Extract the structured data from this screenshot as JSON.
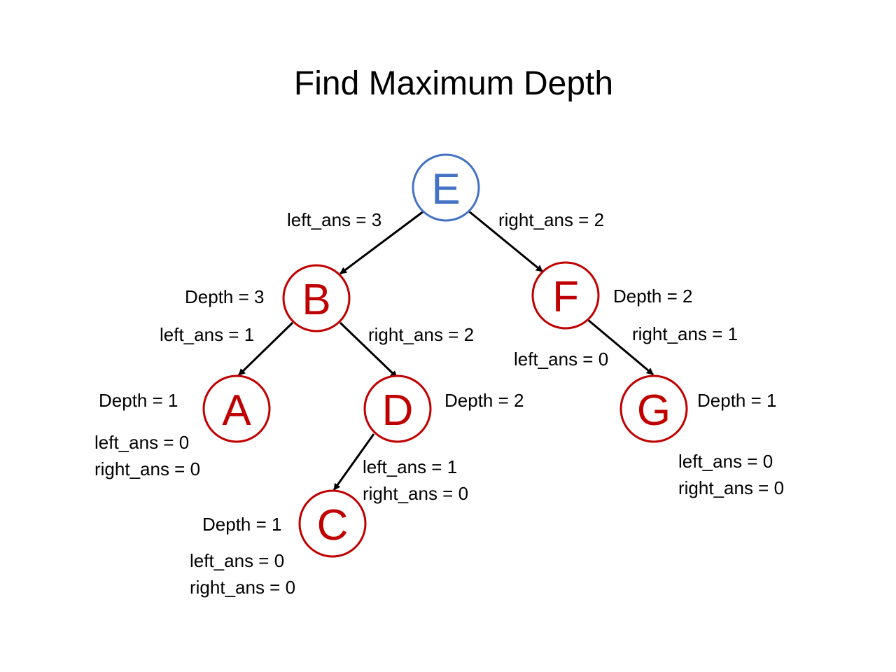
{
  "title": "Find Maximum Depth",
  "colors": {
    "root": "#4472C4",
    "node": "#C00000",
    "edge": "#000000",
    "text": "#000000"
  },
  "nodes": {
    "E": {
      "letter": "E",
      "role": "root"
    },
    "B": {
      "letter": "B",
      "depth": "Depth = 3",
      "left_ans": "left_ans = 1",
      "right_ans": "right_ans = 2"
    },
    "F": {
      "letter": "F",
      "depth": "Depth = 2",
      "left_ans": "left_ans = 0",
      "right_ans": "right_ans = 1"
    },
    "A": {
      "letter": "A",
      "depth": "Depth = 1",
      "left_ans": "left_ans = 0",
      "right_ans": "right_ans = 0"
    },
    "D": {
      "letter": "D",
      "depth": "Depth = 2",
      "left_ans": "left_ans = 1",
      "right_ans": "right_ans = 0"
    },
    "G": {
      "letter": "G",
      "depth": "Depth = 1",
      "left_ans": "left_ans = 0",
      "right_ans": "right_ans = 0"
    },
    "C": {
      "letter": "C",
      "depth": "Depth = 1",
      "left_ans": "left_ans = 0",
      "right_ans": "right_ans = 0"
    }
  },
  "root_labels": {
    "left_ans": "left_ans = 3",
    "right_ans": "right_ans = 2"
  },
  "edges": [
    {
      "from": "E",
      "to": "B"
    },
    {
      "from": "E",
      "to": "F"
    },
    {
      "from": "B",
      "to": "A"
    },
    {
      "from": "B",
      "to": "D"
    },
    {
      "from": "F",
      "to": "G"
    },
    {
      "from": "D",
      "to": "C"
    }
  ]
}
